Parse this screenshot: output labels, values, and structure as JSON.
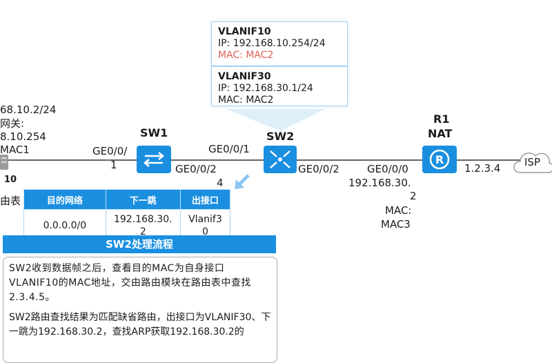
{
  "host": {
    "ip_fragment": "68.10.2/24",
    "gateway_label": "网关:",
    "gateway_value": "8.10.254",
    "mac_fragment": "MAC1",
    "bottom_fragment": "10",
    "route_fragment": "由表"
  },
  "sw1": {
    "name": "SW1",
    "port_left_line1": "GE0/0/",
    "port_left_line2": "1",
    "port_right": "GE0/0/2"
  },
  "sw2": {
    "name": "SW2",
    "port_left": "GE0/0/1",
    "port_right": "GE0/0/2",
    "port_sw1_suffix": "4",
    "info_cards": [
      {
        "title": "VLANIF10",
        "ip": "IP: 192.168.10.254/24",
        "mac": "MAC: MAC2"
      },
      {
        "title": "VLANIF30",
        "ip": "IP: 192.168.30.1/24",
        "mac": "MAC: MAC2"
      }
    ]
  },
  "r1": {
    "name": "R1",
    "role": "NAT",
    "port": "GE0/0/0",
    "ip_line1": "192.168.30.",
    "ip_line2": "2",
    "mac_line1": "MAC:",
    "mac_line2": "MAC3",
    "wan_ip": "1.2.3.4"
  },
  "isp": {
    "label": "ISP"
  },
  "route_table": {
    "headers": [
      "目的网络",
      "下一跳",
      "出接口"
    ],
    "rows": [
      {
        "dest": "0.0.0.0/0",
        "next_hop_line1": "192.168.30.",
        "next_hop_line2": "2",
        "iface_line1": "Vlanif3",
        "iface_line2": "0"
      }
    ]
  },
  "process": {
    "title": "SW2处理流程",
    "para1": "SW2收到数据帧之后，查看目的MAC为自身接口VLANIF10的MAC地址，交由路由模块在路由表中查找2.3.4.5。",
    "para2": "SW2路由查找结果为匹配缺省路由，出接口为VLANIF30、下一跳为192.168.30.2，查找ARP获取192.168.30.2的"
  },
  "colors": {
    "accent": "#1a8fe0",
    "card_border": "#a9d4f2",
    "mac_highlight": "#e0605a"
  },
  "icons": [
    "switch-arrows-icon",
    "switch-core-icon",
    "router-icon",
    "cloud-icon",
    "arrow-down-left-icon",
    "server-icon"
  ]
}
